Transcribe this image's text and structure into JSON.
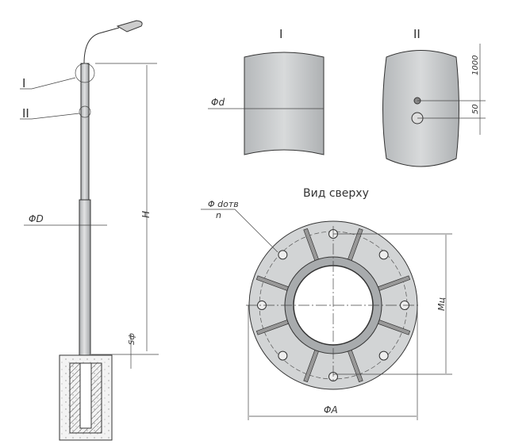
{
  "pole_view": {
    "callout_1": "I",
    "callout_2": "II",
    "diameter_label": "ΦD",
    "height_label": "H",
    "foundation_label": "Sф"
  },
  "detail_1": {
    "title": "I",
    "diameter_label": "Φd"
  },
  "detail_2": {
    "title": "II",
    "dim_1000": "1000",
    "dim_50": "50"
  },
  "top_view": {
    "title": "Вид сверху",
    "hole_label": "Φ dотв",
    "hole_count_label": "n",
    "bolt_spacing_label": "Mц",
    "flange_diameter_label": "ΦA"
  },
  "colors": {
    "metal": "#c9cbcc",
    "line": "#333333"
  }
}
